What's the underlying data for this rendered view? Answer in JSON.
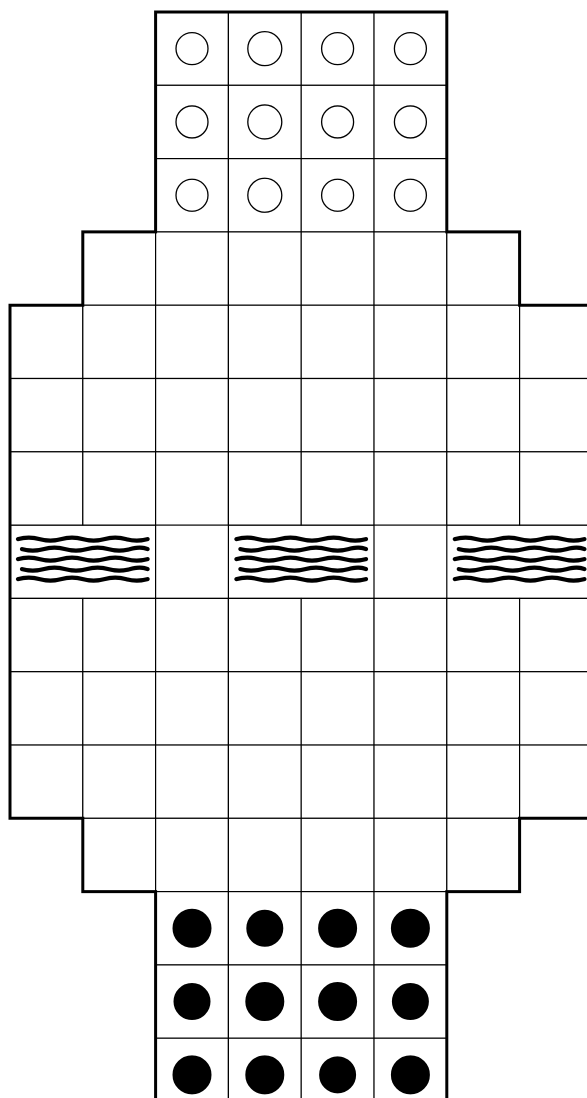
{
  "board": {
    "columns": 8,
    "rows": 15,
    "background_color": "#ffffff",
    "line_color": "#000000",
    "row_layout": [
      {
        "row": 1,
        "from_col": 3,
        "to_col": 6
      },
      {
        "row": 2,
        "from_col": 3,
        "to_col": 6
      },
      {
        "row": 3,
        "from_col": 3,
        "to_col": 6
      },
      {
        "row": 4,
        "from_col": 2,
        "to_col": 7
      },
      {
        "row": 5,
        "from_col": 1,
        "to_col": 8
      },
      {
        "row": 6,
        "from_col": 1,
        "to_col": 8
      },
      {
        "row": 7,
        "from_col": 1,
        "to_col": 8
      },
      {
        "row": 8,
        "from_col": 1,
        "to_col": 8
      },
      {
        "row": 9,
        "from_col": 1,
        "to_col": 8
      },
      {
        "row": 10,
        "from_col": 1,
        "to_col": 8
      },
      {
        "row": 11,
        "from_col": 1,
        "to_col": 8
      },
      {
        "row": 12,
        "from_col": 2,
        "to_col": 7
      },
      {
        "row": 13,
        "from_col": 3,
        "to_col": 6
      },
      {
        "row": 14,
        "from_col": 3,
        "to_col": 6
      },
      {
        "row": 15,
        "from_col": 3,
        "to_col": 6
      }
    ]
  },
  "river": {
    "row": 8,
    "segments": [
      {
        "from_col": 1,
        "to_col": 2
      },
      {
        "from_col": 4,
        "to_col": 5
      },
      {
        "from_col": 7,
        "to_col": 8
      }
    ],
    "icon": "water-waves-icon"
  },
  "pieces": {
    "white": {
      "color": "#ffffff",
      "icon": "white-stone-icon",
      "cells": [
        {
          "row": 1,
          "col": 3
        },
        {
          "row": 1,
          "col": 4
        },
        {
          "row": 1,
          "col": 5
        },
        {
          "row": 1,
          "col": 6
        },
        {
          "row": 2,
          "col": 3
        },
        {
          "row": 2,
          "col": 4
        },
        {
          "row": 2,
          "col": 5
        },
        {
          "row": 2,
          "col": 6
        },
        {
          "row": 3,
          "col": 3
        },
        {
          "row": 3,
          "col": 4
        },
        {
          "row": 3,
          "col": 5
        },
        {
          "row": 3,
          "col": 6
        }
      ]
    },
    "black": {
      "color": "#000000",
      "icon": "black-stone-icon",
      "cells": [
        {
          "row": 13,
          "col": 3
        },
        {
          "row": 13,
          "col": 4
        },
        {
          "row": 13,
          "col": 5
        },
        {
          "row": 13,
          "col": 6
        },
        {
          "row": 14,
          "col": 3
        },
        {
          "row": 14,
          "col": 4
        },
        {
          "row": 14,
          "col": 5
        },
        {
          "row": 14,
          "col": 6
        },
        {
          "row": 15,
          "col": 3
        },
        {
          "row": 15,
          "col": 4
        },
        {
          "row": 15,
          "col": 5
        },
        {
          "row": 15,
          "col": 6
        }
      ]
    }
  }
}
